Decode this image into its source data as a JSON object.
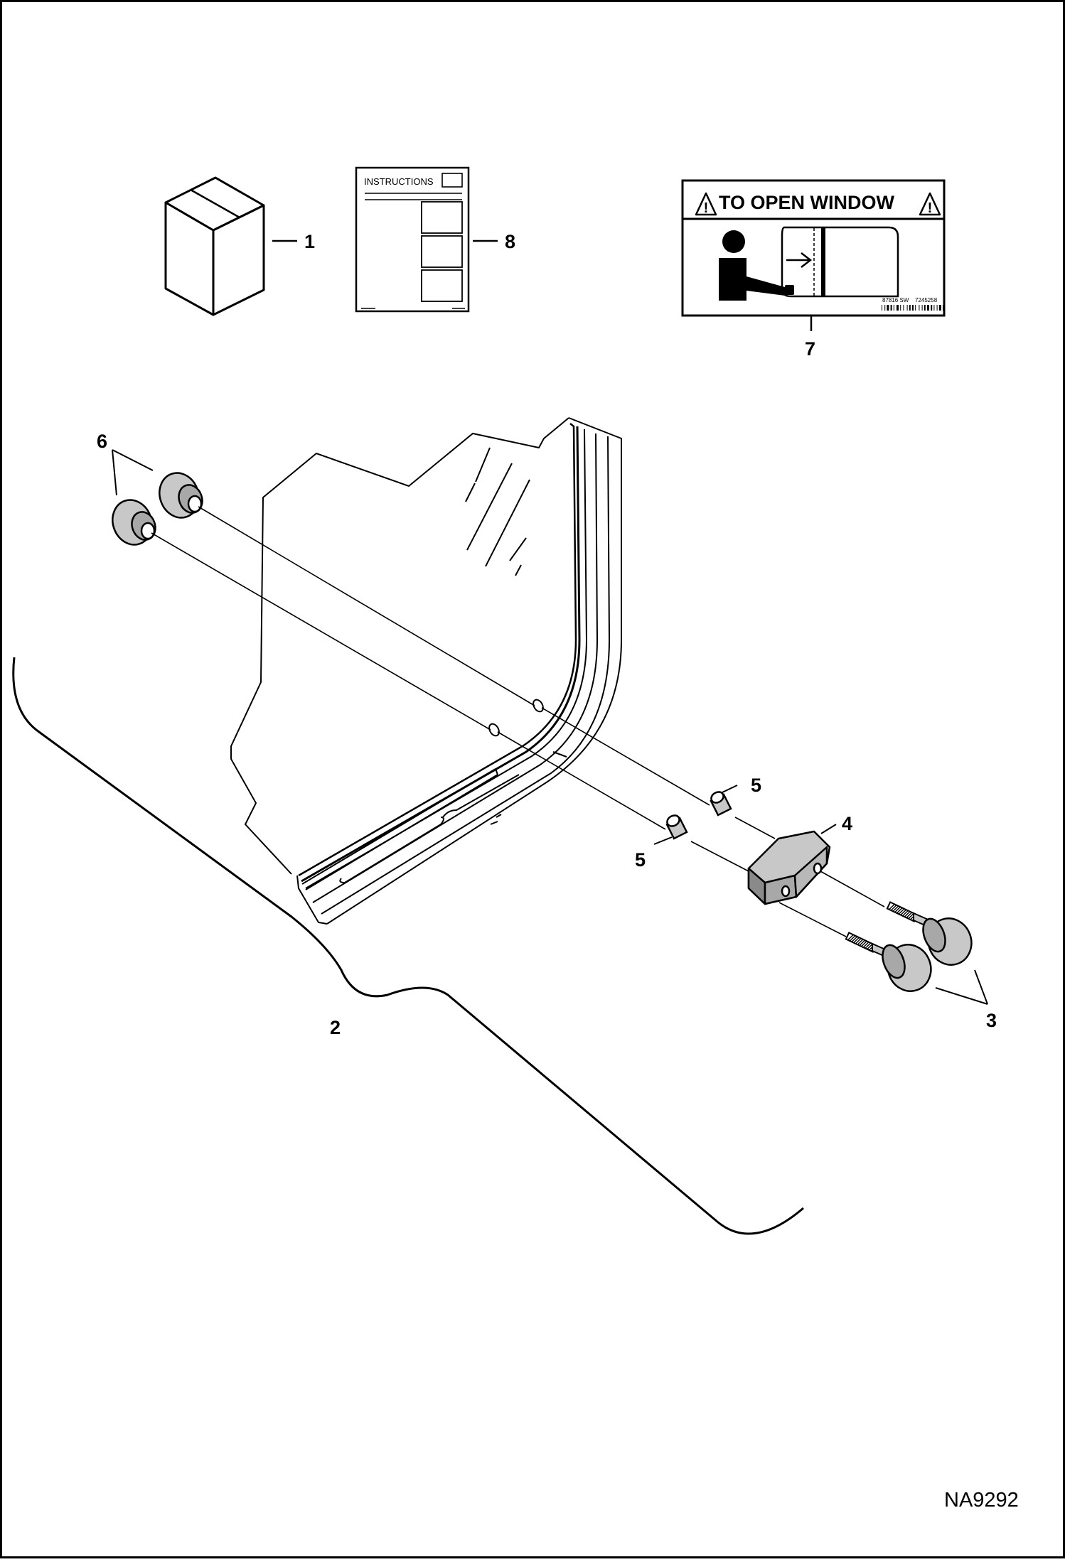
{
  "callouts": {
    "c1": "1",
    "c2": "2",
    "c3": "3",
    "c4": "4",
    "c5a": "5",
    "c5b": "5",
    "c6": "6",
    "c7": "7",
    "c8": "8"
  },
  "instructions_sheet": {
    "title": "INSTRUCTIONS"
  },
  "decal": {
    "title": "TO OPEN WINDOW",
    "part_no_left": "87816 SW",
    "part_no_right": "7245258"
  },
  "drawing_id": "NA9292",
  "colors": {
    "ink": "#000000",
    "paper": "#ffffff",
    "part_fill": "#c8c8c8"
  }
}
